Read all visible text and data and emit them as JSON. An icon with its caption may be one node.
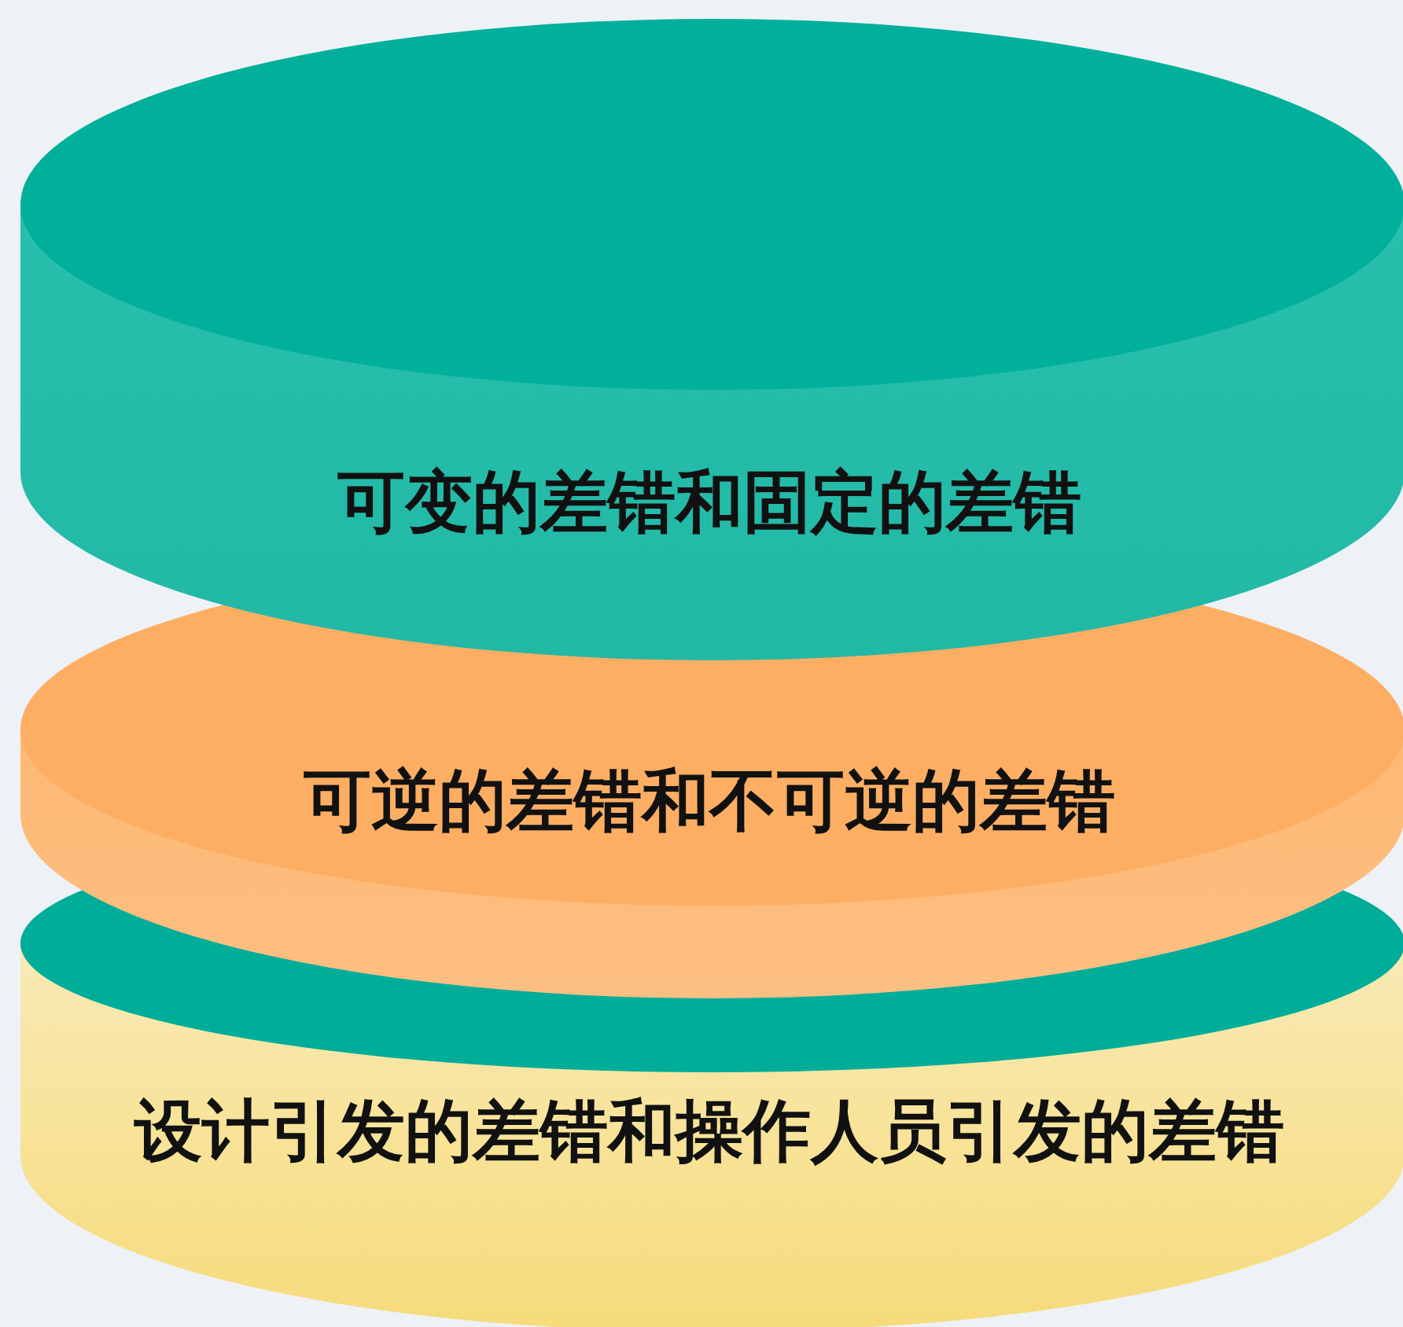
{
  "diagram": {
    "nodes": [
      {
        "text": [
          "可变的差错和固定的差错"
        ]
      },
      {
        "text": [
          "可逆的差错和不可逆的差错"
        ]
      },
      {
        "text": [
          "设计引发的差错和操作人员引发的差错"
        ]
      }
    ]
  }
}
